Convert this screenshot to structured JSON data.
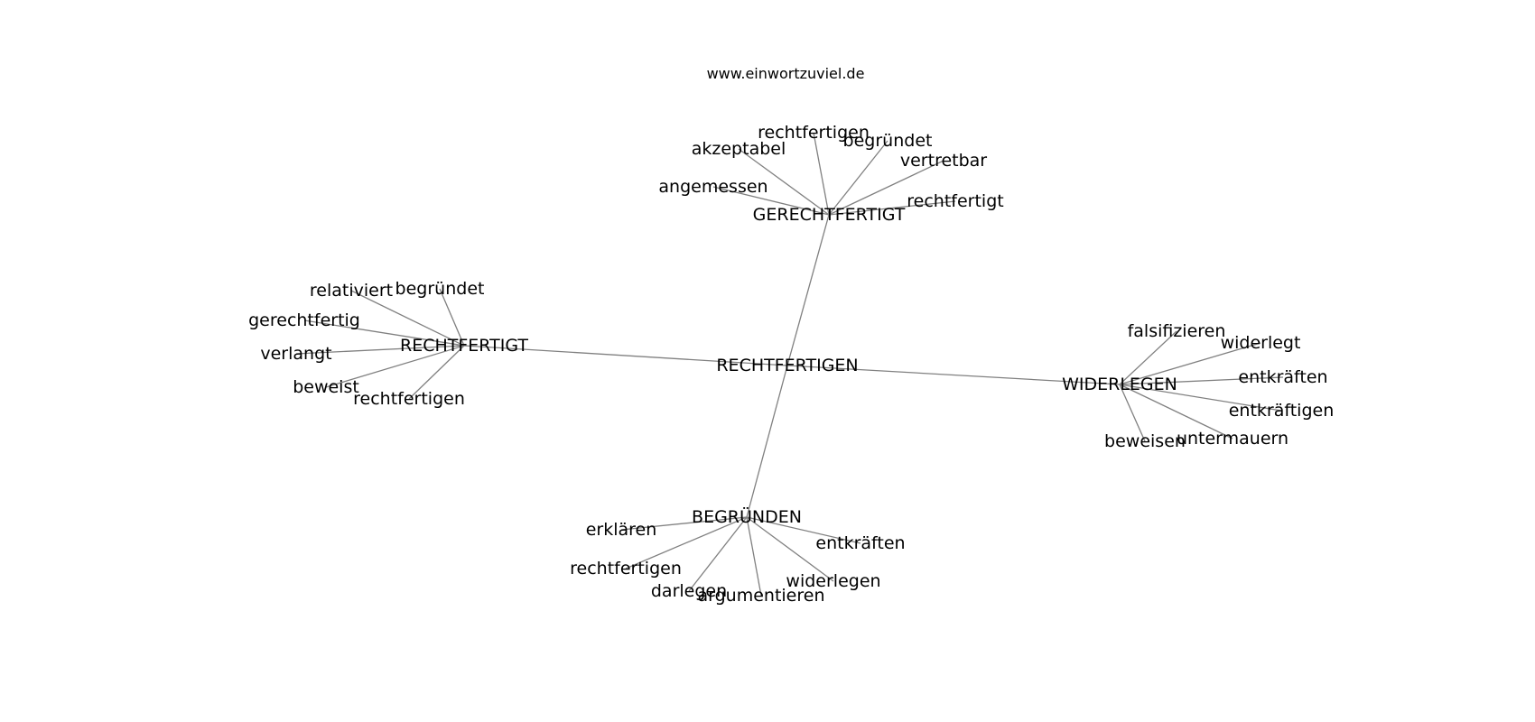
{
  "header": {
    "site": "www.einwortzuviel.de"
  },
  "graph": {
    "center": "RECHTFERTIGEN",
    "hubs": [
      {
        "id": "gerechtfertigt",
        "label": "GERECHTFERTIGT",
        "leaves": [
          "rechtfertigen",
          "begründet",
          "akzeptabel",
          "vertretbar",
          "angemessen",
          "rechtfertigt"
        ]
      },
      {
        "id": "rechtfertigt",
        "label": "RECHTFERTIGT",
        "leaves": [
          "relativiert",
          "begründet",
          "gerechtfertig",
          "verlangt",
          "beweist",
          "rechtfertigen"
        ]
      },
      {
        "id": "widerlegen",
        "label": "WIDERLEGEN",
        "leaves": [
          "falsifizieren",
          "widerlegt",
          "entkräften",
          "entkräftigen",
          "beweisen",
          "untermauern"
        ]
      },
      {
        "id": "begruenden",
        "label": "BEGRÜNDEN",
        "leaves": [
          "erklären",
          "entkräften",
          "rechtfertigen",
          "widerlegen",
          "darlegen",
          "argumentieren"
        ]
      }
    ]
  }
}
